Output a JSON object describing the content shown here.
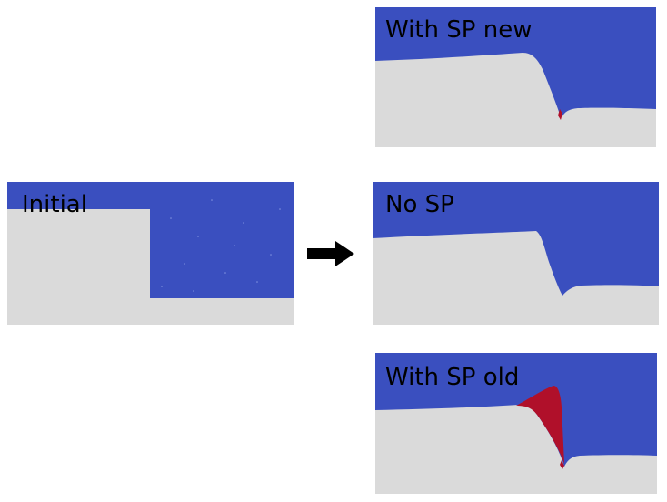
{
  "colors": {
    "water": "#3a4fbf",
    "sediment": "#dadada",
    "spurious": "#b0102a",
    "arrow": "#000000"
  },
  "panels": {
    "initial": {
      "label": "Initial"
    },
    "sp_new": {
      "label": "With SP new"
    },
    "no_sp": {
      "label": "No SP"
    },
    "sp_old": {
      "label": "With SP old"
    }
  },
  "icons": {
    "transition": "right-arrow-icon"
  }
}
